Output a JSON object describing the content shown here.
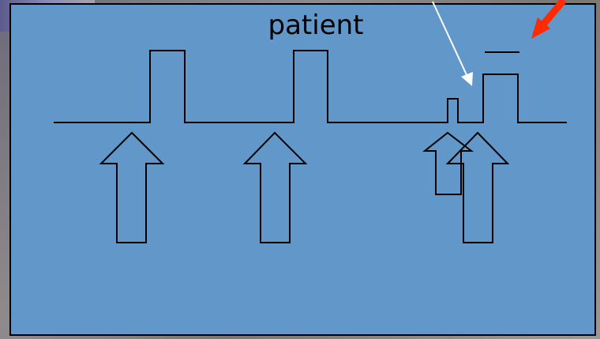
{
  "diagram": {
    "title": "patient",
    "colors": {
      "slide_background": "#6197c9",
      "line": "#000000",
      "pointer_arrow": "#ffffff",
      "highlight_arrow": "#ff2a00"
    },
    "elements": [
      "baseline-signal",
      "pulse-1",
      "pulse-2",
      "small-pulse",
      "pulse-3",
      "up-arrow-1",
      "up-arrow-2",
      "up-arrow-small",
      "up-arrow-3",
      "white-pointer-arrow",
      "red-pointer-arrow"
    ]
  }
}
